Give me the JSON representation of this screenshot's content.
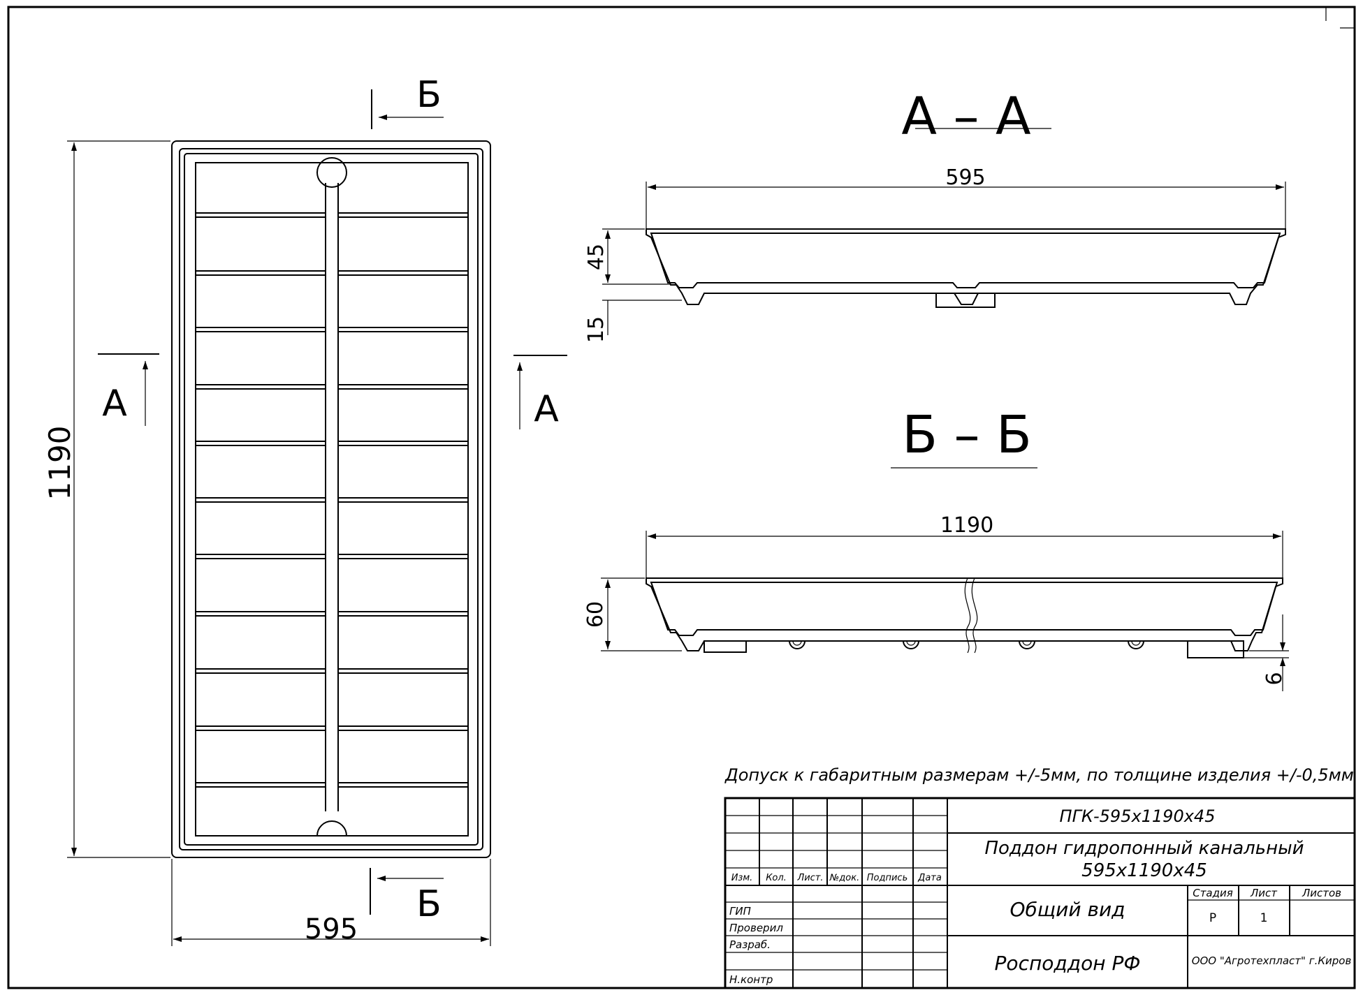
{
  "plan_view": {
    "width_dim": "595",
    "length_dim": "1190",
    "section_a_left": "А",
    "section_a_right": "А",
    "section_b_top": "Б",
    "section_b_bottom": "Б"
  },
  "section_aa": {
    "title": "А – А",
    "width_dim": "595",
    "height_dim": "45",
    "foot_dim": "15"
  },
  "section_bb": {
    "title": "Б – Б",
    "length_dim": "1190",
    "height_dim": "60",
    "foot_dim": "6"
  },
  "tolerance_note": "Допуск к габаритным размерам +/-5мм, по толщине изделия +/-0,5мм",
  "title_block": {
    "headers": [
      "Изм.",
      "Кол.",
      "Лист.",
      "№док.",
      "Подпись",
      "Дата"
    ],
    "roles": [
      "ГИП",
      "Проверил",
      "Разраб.",
      "Н.контр"
    ],
    "designation": "ПГК-595x1190x45",
    "product_name_line1": "Поддон гидропонный канальный",
    "product_name_line2": "595x1190x45",
    "view_name": "Общий вид",
    "stage_label": "Стадия",
    "sheet_label": "Лист",
    "sheets_label": "Листов",
    "stage_value": "Р",
    "sheet_value": "1",
    "sheets_value": "",
    "organization": "Росподдон РФ",
    "company": "ООО \"Агротехпласт\" г.Киров"
  }
}
